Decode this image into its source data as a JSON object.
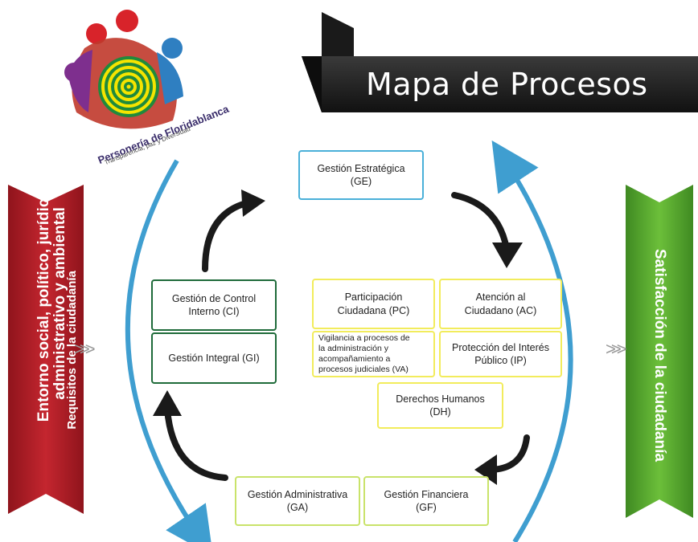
{
  "title": "Mapa de Procesos",
  "logo": {
    "name": "Personería de Floridablanca",
    "tagline": "Transparencia, paz y Diversidad"
  },
  "left_banner": {
    "line1": "Entorno social, político, jurídico,\nadministrativo y ambiental",
    "line2": "Requisitos de la ciudadanía"
  },
  "right_banner": {
    "text": "Satisfacción de la ciudadanía"
  },
  "processes": {
    "ge": "Gestión Estratégica\n(GE)",
    "ci": "Gestión de Control\nInterno (CI)",
    "gi": "Gestión Integral (GI)",
    "pc": "Participación\nCiudadana (PC)",
    "ac": "Atención al\nCiudadano (AC)",
    "va": "Vigilancia a procesos de\nla administración y\nacompañamiento a\nprocesos judiciales (VA)",
    "ip": "Protección del Interés\nPúblico (IP)",
    "dh": "Derechos Humanos\n(DH)",
    "ga": "Gestión  Administrativa\n(GA)",
    "gf": "Gestión Financiera\n(GF)"
  },
  "colors": {
    "strategic_border": "#4ab0d9",
    "control_border": "#1f6b3a",
    "mission_border": "#f2ec5c",
    "support_border": "#c9e36a",
    "left_banner": "#b3202a",
    "right_banner": "#5aa832",
    "title_banner": "#2b2b2b",
    "cycle_arc": "#3f9ed0"
  }
}
